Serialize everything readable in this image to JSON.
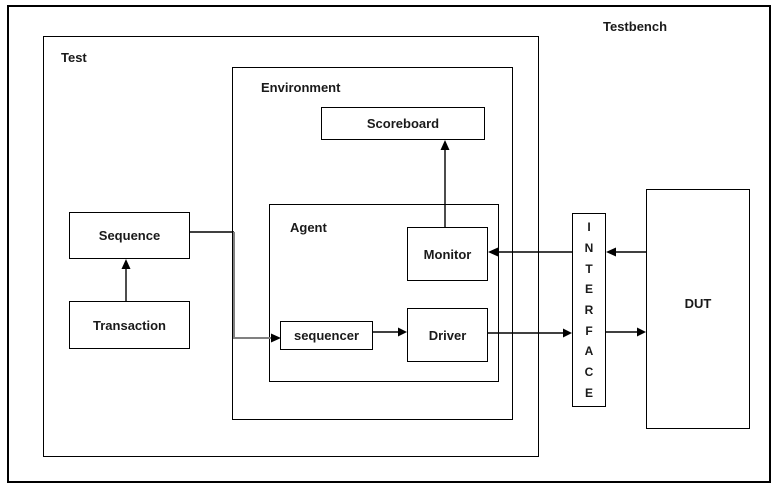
{
  "diagram": {
    "type": "uvm-testbench-block-diagram",
    "title": "Testbench",
    "containers": {
      "testbench_label": "Testbench",
      "test_label": "Test",
      "environment_label": "Environment",
      "agent_label": "Agent"
    },
    "boxes": {
      "scoreboard": "Scoreboard",
      "monitor": "Monitor",
      "driver": "Driver",
      "sequencer": "sequencer",
      "sequence": "Sequence",
      "transaction": "Transaction",
      "interface": "INTERFACE",
      "dut": "DUT"
    },
    "connections": [
      {
        "from": "Transaction",
        "to": "Sequence",
        "direction": "up"
      },
      {
        "from": "Sequence",
        "to": "sequencer",
        "direction": "elbow-right-down-right",
        "color": "gray"
      },
      {
        "from": "sequencer",
        "to": "Driver",
        "direction": "right"
      },
      {
        "from": "Driver",
        "to": "Interface",
        "direction": "right"
      },
      {
        "from": "Interface",
        "to": "DUT",
        "direction": "right"
      },
      {
        "from": "DUT",
        "to": "Interface",
        "direction": "left"
      },
      {
        "from": "Interface",
        "to": "Monitor",
        "direction": "left"
      },
      {
        "from": "Monitor",
        "to": "Scoreboard",
        "direction": "up"
      }
    ],
    "colors": {
      "background": "#ffffff",
      "border": "#000000",
      "line": "#000000",
      "gray_connector": "#808080",
      "text": "#1a1a1a"
    }
  }
}
